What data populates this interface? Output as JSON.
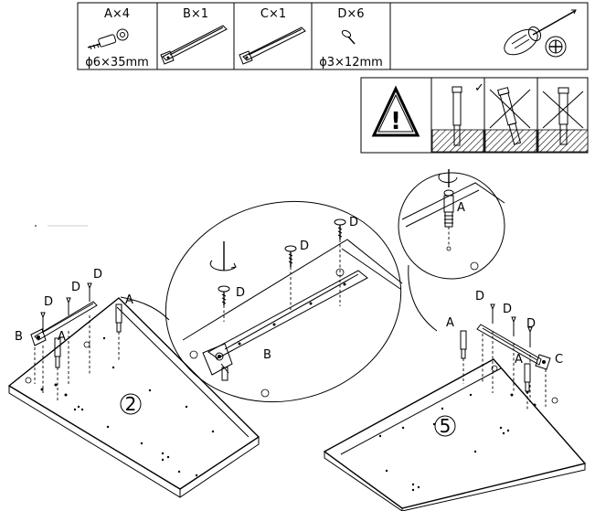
{
  "parts": {
    "a": {
      "label": "A×4",
      "spec": "ϕ6×35mm"
    },
    "b": {
      "label": "B×1"
    },
    "c": {
      "label": "C×1"
    },
    "d": {
      "label": "D×6",
      "spec": "ϕ3×12mm"
    }
  },
  "callouts": {
    "a": "A",
    "b": "B",
    "c": "C",
    "d": "D"
  },
  "steps": {
    "left": "2",
    "right": "5"
  },
  "warning": {
    "symbol": "!",
    "ok_mark": "✓"
  },
  "icons": {
    "screwdriver": "screwdriver-icon",
    "phillips_head": "phillips-head-icon",
    "warning": "warning-triangle-icon"
  }
}
